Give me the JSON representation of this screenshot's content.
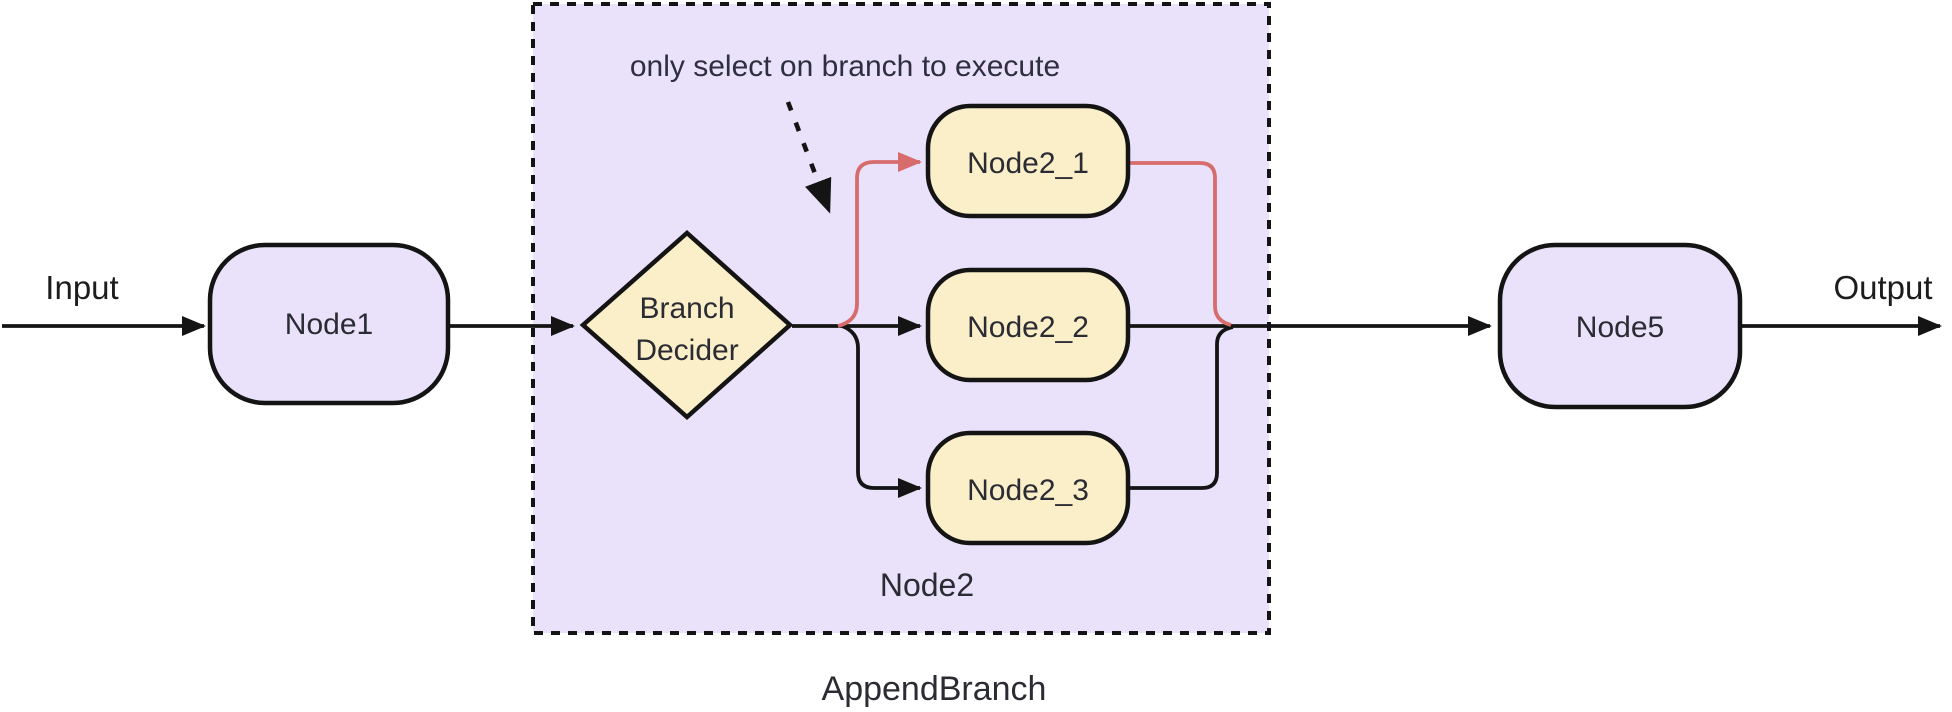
{
  "diagram": {
    "annotation": "only select on branch to execute",
    "io": {
      "input": "Input",
      "output": "Output"
    },
    "nodes": {
      "node1": "Node1",
      "decider": {
        "line1": "Branch",
        "line2": "Decider"
      },
      "node2_1": "Node2_1",
      "node2_2": "Node2_2",
      "node2_3": "Node2_3",
      "node5": "Node5"
    },
    "cluster": {
      "inner_label": "Node2",
      "outer_label": "AppendBranch"
    }
  },
  "colors": {
    "lavender": "#e9e2fa",
    "yellow": "#faefc8",
    "red": "#d66c6c",
    "line": "#141414",
    "background": "#ffffff"
  }
}
